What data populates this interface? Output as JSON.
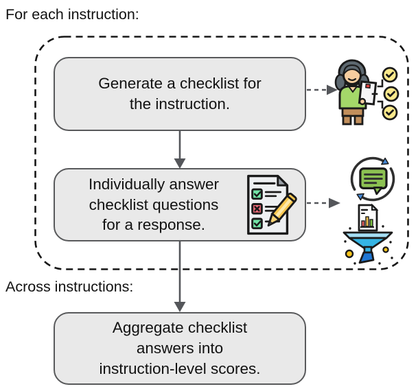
{
  "headings": {
    "for_each": "For each instruction:",
    "across": "Across instructions:"
  },
  "flow": {
    "boxes": [
      {
        "name": "generate-checklist-step",
        "lines": [
          "Generate a checklist for",
          "the instruction."
        ]
      },
      {
        "name": "answer-checklist-step",
        "lines": [
          "Individually answer",
          "checklist questions",
          "for a response."
        ]
      },
      {
        "name": "aggregate-scores-step",
        "lines": [
          "Aggregate checklist",
          "answers into",
          "instruction-level scores."
        ]
      }
    ],
    "connectors": [
      "generate-to-answer-arrow",
      "answer-to-aggregate-arrow",
      "generate-to-annotator-dashed-arrow",
      "answer-to-icons-dashed-arrow"
    ]
  },
  "icons": {
    "annotator": "annotator-with-checklist-icon",
    "checklist": "checklist-with-pencil-icon",
    "chat_cycle": "response-chat-cycle-icon",
    "funnel": "aggregation-funnel-icon"
  },
  "colors": {
    "box_fill": "#e9e9e9",
    "box_border": "#58595b",
    "arrow": "#54565a",
    "dashed_border": "#161616",
    "text": "#111111",
    "icon_green": "#8cc152",
    "icon_light_green": "#a4d869",
    "icon_yellow_circle": "#fbe98c",
    "icon_pencil_yellow": "#f9c74f",
    "icon_check_green": "#72e3a6",
    "icon_cross_red": "#f06a79",
    "icon_funnel_cyan": "#35b5e5",
    "icon_spout_blue": "#1f76d3",
    "icon_arrow_blue": "#4485d1",
    "icon_dot_yellow": "#f8c51c",
    "skin": "#f6cd9f",
    "hair": "#5d6870",
    "pants": "#c28f5c"
  }
}
